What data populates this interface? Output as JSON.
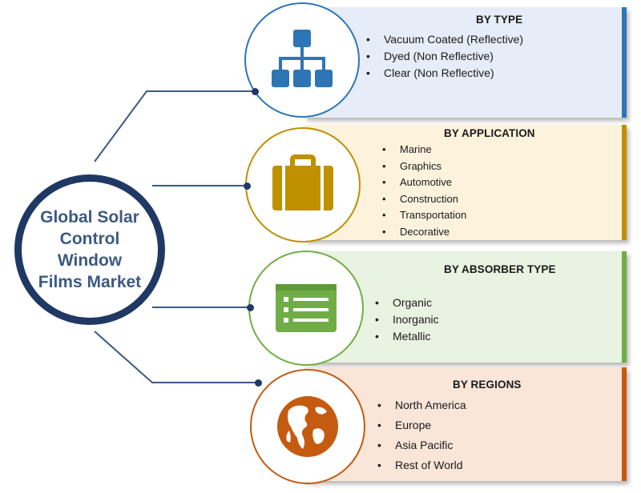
{
  "center": {
    "title": "Global Solar\nControl Window\nFilms Market"
  },
  "colors": {
    "navy": "#1f3864",
    "type": "#2e75b6",
    "application": "#bf9000",
    "absorber": "#70ad47",
    "regions": "#c55a11"
  },
  "segments": {
    "type": {
      "title": "BY TYPE",
      "icon": "hierarchy-icon",
      "items": [
        "Vacuum Coated (Reflective)",
        "Dyed (Non Reflective)",
        "Clear (Non Reflective)"
      ]
    },
    "application": {
      "title": "BY APPLICATION",
      "icon": "suitcase-icon",
      "items": [
        "Marine",
        "Graphics",
        "Automotive",
        "Construction",
        "Transportation",
        "Decorative"
      ]
    },
    "absorber": {
      "title": "BY ABSORBER TYPE",
      "icon": "list-icon",
      "items": [
        "Organic",
        "Inorganic",
        "Metallic"
      ]
    },
    "regions": {
      "title": "BY REGIONS",
      "icon": "globe-icon",
      "items": [
        "North America",
        "Europe",
        "Asia Pacific",
        "Rest of World"
      ]
    }
  }
}
